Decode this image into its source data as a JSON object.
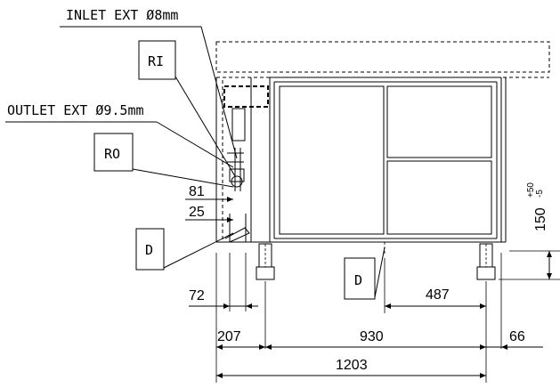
{
  "callouts": {
    "inlet": "INLET EXT Ø8mm",
    "outlet": "OUTLET EXT Ø9.5mm",
    "ri": "RI",
    "ro": "RO",
    "d_left": "D",
    "d_bottom": "D"
  },
  "dimensions": {
    "d81": "81",
    "d25": "25",
    "d72": "72",
    "d207": "207",
    "d930": "930",
    "d66": "66",
    "d487": "487",
    "d1203": "1203",
    "height_base": "150",
    "height_plus": "+50",
    "height_minus": "-5"
  }
}
